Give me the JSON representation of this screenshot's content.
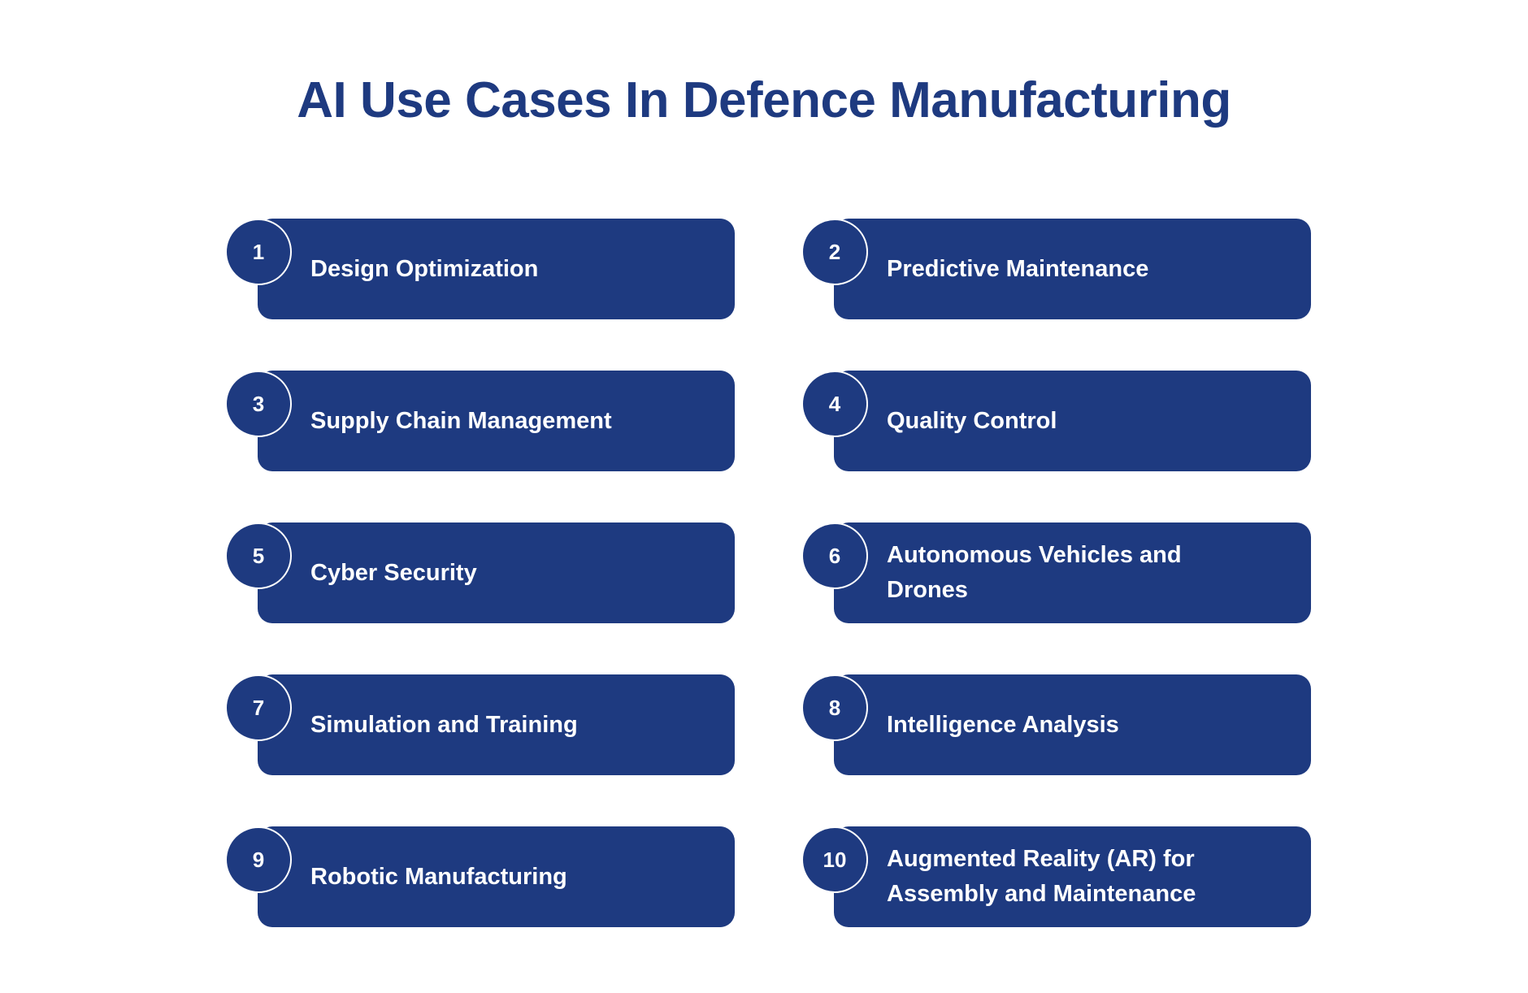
{
  "title": "AI Use Cases In Defence Manufacturing",
  "colors": {
    "primary": "#1e3a80",
    "background": "#ffffff"
  },
  "items": [
    {
      "number": "1",
      "label": "Design Optimization"
    },
    {
      "number": "2",
      "label": "Predictive Maintenance"
    },
    {
      "number": "3",
      "label": "Supply Chain Management"
    },
    {
      "number": "4",
      "label": "Quality Control"
    },
    {
      "number": "5",
      "label": "Cyber Security"
    },
    {
      "number": "6",
      "label": "Autonomous Vehicles and Drones"
    },
    {
      "number": "7",
      "label": "Simulation and Training"
    },
    {
      "number": "8",
      "label": "Intelligence Analysis"
    },
    {
      "number": "9",
      "label": "Robotic Manufacturing"
    },
    {
      "number": "10",
      "label": "Augmented Reality (AR) for Assembly and Maintenance"
    }
  ]
}
